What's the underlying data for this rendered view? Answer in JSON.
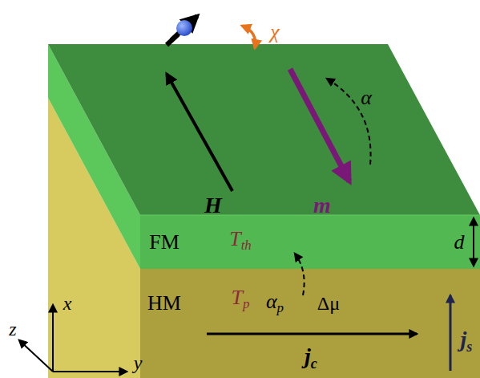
{
  "diagram": {
    "nodes": [
      {
        "text": [
          "FM",
          "Tth"
        ]
      },
      {
        "text": [
          "HM",
          "Tp"
        ]
      }
    ],
    "labels": [
      "χ",
      "α",
      "H",
      "m",
      "d",
      "αp",
      "Δμ",
      "jc",
      "js",
      "x",
      "y",
      "z"
    ]
  }
}
